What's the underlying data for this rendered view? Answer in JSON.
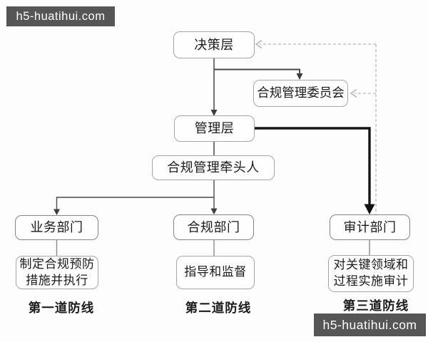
{
  "watermarks": {
    "top_left": "h5-huatihui.com",
    "bottom_right": "h5-huatihui.com"
  },
  "colors": {
    "background": "#fdfdfd",
    "watermark_bg": "#565656",
    "watermark_text": "#ffffff",
    "box_border": "#a6a6a6",
    "dept_box_border": "#858585",
    "text": "#1b1b1b",
    "connector": "#474747",
    "thick_connector": "#151515",
    "dashed_connector": "#b8b8b8"
  },
  "diagram": {
    "nodes": {
      "decision": "决策层",
      "committee": "合规管理委员会",
      "management": "管理层",
      "lead": "合规管理牵头人",
      "business": "业务部门",
      "compliance": "合规部门",
      "audit": "审计部门",
      "business_task": "制定合规预防措施并执行",
      "compliance_task": "指导和监督",
      "audit_task": "对关键领域和过程实施审计"
    },
    "defense_labels": {
      "first": "第一道防线",
      "second": "第二道防线",
      "third": "第三道防线"
    }
  }
}
